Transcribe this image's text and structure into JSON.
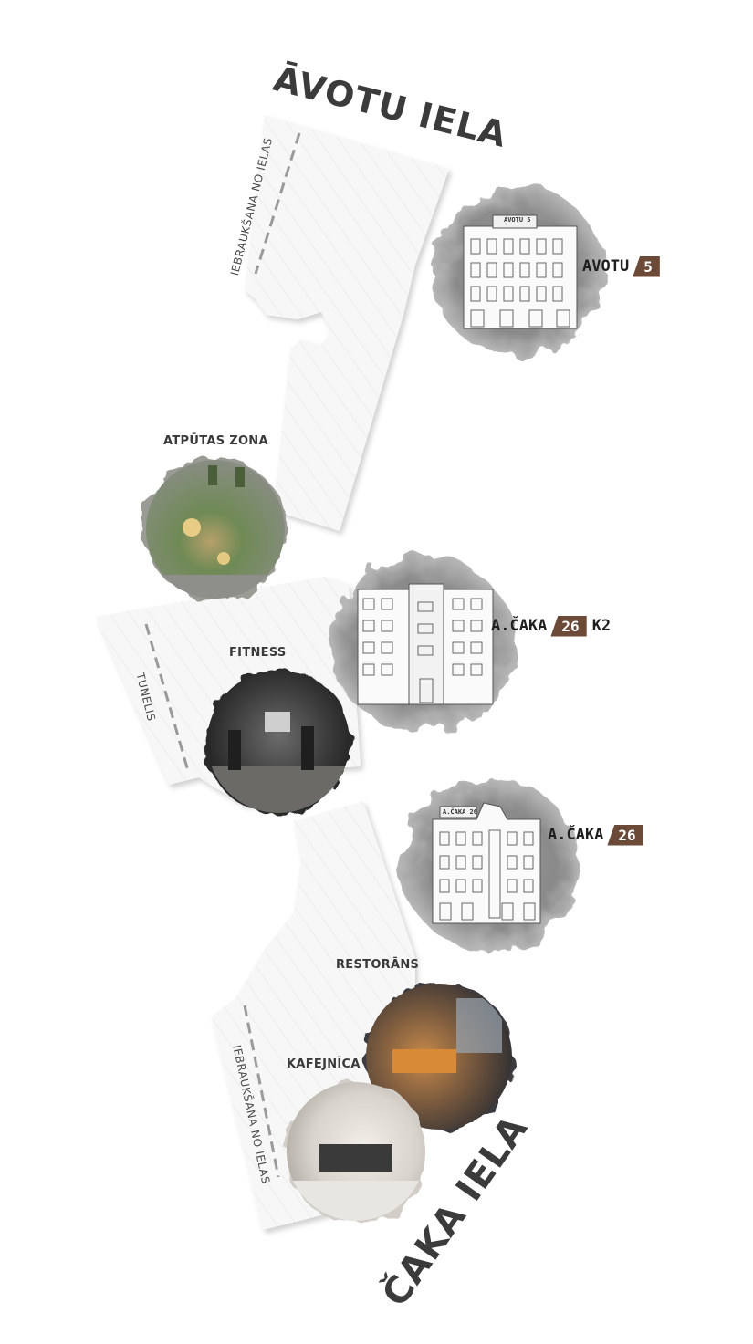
{
  "streets": {
    "top": "ĀVOTU IELA",
    "bottom": "ČAKA IELA"
  },
  "entrances": {
    "top": "IEBRAUKŠANA NO IELAS",
    "tunnel": "TUNELIS",
    "bottom": "IEBRAUKŠANA NO IELAS"
  },
  "areas": {
    "rest": "ATPŪTAS ZONA",
    "fitness": "FITNESS",
    "restaurant": "RESTORĀNS",
    "cafe": "KAFEJNĪCA"
  },
  "buildings": {
    "avotu5": {
      "name": "AVOTU",
      "number": "5",
      "sign": "AVOTU 5"
    },
    "caka26k2": {
      "name": "A.ČAKA",
      "number": "26",
      "suffix": "K2"
    },
    "caka26": {
      "name": "A.ČAKA",
      "number": "26",
      "sign": "A.ČAKA 26"
    }
  },
  "colors": {
    "tag": "#6b4a37",
    "street_text": "#3b3b3b",
    "plot_fill": "#f6f6f6",
    "brush_gray": "#8c8c8c"
  }
}
